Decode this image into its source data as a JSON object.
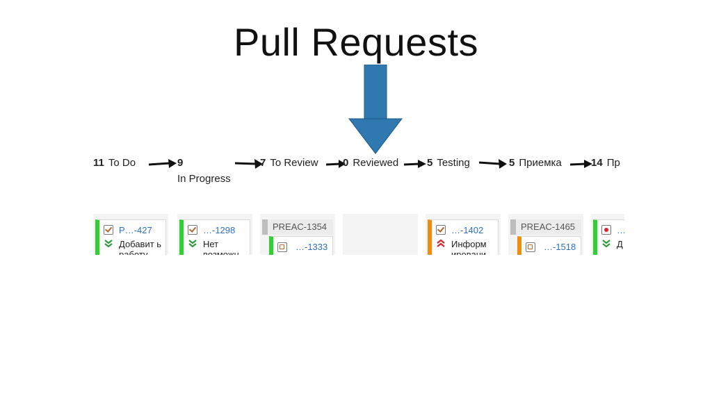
{
  "slide": {
    "title": "Pull Requests"
  },
  "columns": [
    {
      "count": "11",
      "label": "To Do",
      "sub": ""
    },
    {
      "count": "9",
      "label": "",
      "sub": "In Progress"
    },
    {
      "count": "7",
      "label": "To Review",
      "sub": ""
    },
    {
      "count": "0",
      "label": "Reviewed",
      "sub": ""
    },
    {
      "count": "5",
      "label": "Testing",
      "sub": ""
    },
    {
      "count": "5",
      "label": "Приемка",
      "sub": ""
    },
    {
      "count": "14",
      "label": "Пр",
      "sub": ""
    }
  ],
  "cards": {
    "c1": {
      "key": "P…-427",
      "summary": "Добавит ь работу"
    },
    "c2": {
      "key": "…-1298",
      "summary": "Нет возможн"
    },
    "c3": {
      "group": "PREAC-1354",
      "key": "…-1333"
    },
    "c5": {
      "key": "…-1402",
      "summary": "Информ ировани"
    },
    "c6": {
      "group": "PREAC-1465",
      "key": "…-1518"
    },
    "c7": {
      "key": "…",
      "summary": "Д Н"
    }
  },
  "colors": {
    "accent_arrow": "#2f78b0",
    "ready_green": "#2ed12e",
    "flag_orange": "#f28c0f",
    "key_blue": "#2d6fbf"
  },
  "icons": {
    "big_arrow": "arrow-down-icon",
    "flow": "arrow-right-icon",
    "task": "task-icon",
    "priority_low": "double-chevron-down-icon",
    "priority_high": "double-chevron-up-icon",
    "subtask": "subtask-icon",
    "bug": "bug-icon"
  }
}
